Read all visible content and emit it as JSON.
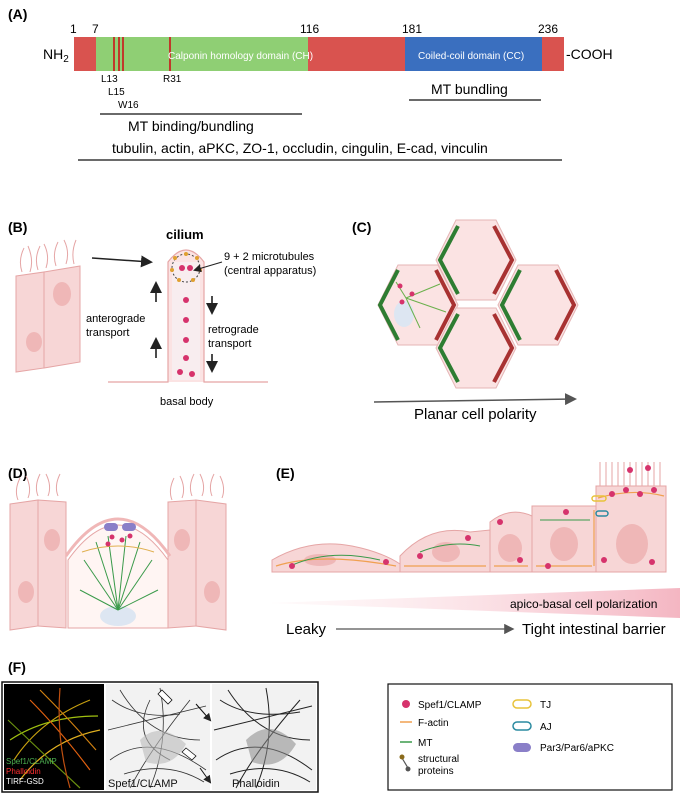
{
  "panel_labels": {
    "a": "(A)",
    "b": "(B)",
    "c": "(C)",
    "d": "(D)",
    "e": "(E)",
    "f": "(F)"
  },
  "domain_map": {
    "nh2": "NH",
    "nh2_sub": "2",
    "cooh": "-COOH",
    "pos": [
      "1",
      "7",
      "116",
      "181",
      "236"
    ],
    "ch_label": "Calponin homology domain (CH)",
    "cc_label": "Coiled-coil domain (CC)",
    "residues": [
      "L13",
      "L15",
      "W16",
      "R31"
    ],
    "mt_bundling": "MT bundling",
    "mt_binding": "MT binding/bundling",
    "partners": "tubulin, actin, aPKC, ZO-1, occludin, cingulin, E-cad, vinculin",
    "colors": {
      "linker": "#d9534f",
      "ch": "#8fcf74",
      "cc": "#3a6fbf",
      "residue": "#c0392b"
    }
  },
  "cilium": {
    "title": "cilium",
    "micro1": "9 + 2 microtubules",
    "micro2": "(central apparatus)",
    "antero1": "anterograde",
    "antero2": "transport",
    "retro1": "retrograde",
    "retro2": "transport",
    "basal": "basal body"
  },
  "pcp": {
    "label": "Planar cell polarity"
  },
  "barrier": {
    "polar": "apico-basal cell polarization",
    "leaky": "Leaky",
    "tight": "Tight intestinal barrier"
  },
  "micro": {
    "ch1": "Spef1/CLAMP",
    "ch2": "Phalloidin",
    "ch3": "TIRF-GSD",
    "p2": "Spef1/CLAMP",
    "p3": "Phalloidin"
  },
  "legend": {
    "spef1": "Spef1/CLAMP",
    "factin": "F-actin",
    "mt": "MT",
    "struct1": "structural",
    "struct2": "proteins",
    "tj": "TJ",
    "aj": "AJ",
    "par": "Par3/Par6/aPKC",
    "colors": {
      "spef1": "#d6336c",
      "factin": "#f0a050",
      "mt": "#3a9a4a",
      "tj": "#e8c33a",
      "aj": "#2a8aa0",
      "par": "#8a7fc8"
    }
  }
}
